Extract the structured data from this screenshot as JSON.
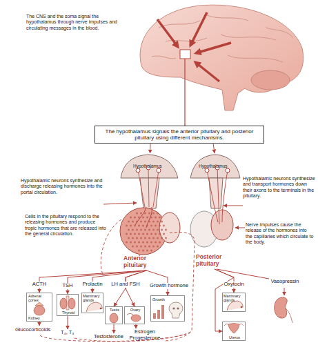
{
  "diagram": {
    "nodes": [
      {
        "text": [
          "The hypothalamus signals the anterior pituitary and posterior pituitary using different mechanisms."
        ]
      },
      {
        "text": [
          "Hypothalamus",
          "Anterior pituitary"
        ]
      },
      {
        "text": [
          "Hypothalamus",
          "Posterior pituitary"
        ]
      },
      {
        "text": [
          "Adrenal cortex",
          "Kidney"
        ]
      },
      {
        "text": [
          "Thyroid"
        ]
      },
      {
        "text": [
          "Mammary glands"
        ]
      },
      {
        "text": [
          "Testis"
        ]
      },
      {
        "text": [
          "Ovary"
        ]
      },
      {
        "text": [
          "Growth"
        ]
      },
      {
        "text": [
          "Mammary glands"
        ]
      },
      {
        "text": [
          "Uterus"
        ]
      }
    ],
    "edges": [
      {
        "from": 0,
        "to": 1,
        "arrow": "to"
      },
      {
        "from": 0,
        "to": 2,
        "arrow": "to"
      },
      {
        "from": 1,
        "to": 3,
        "label": "ACTH",
        "arrow": "to"
      },
      {
        "from": 1,
        "to": 4,
        "label": "TSH",
        "arrow": "to"
      },
      {
        "from": 1,
        "to": 5,
        "label": "Prolactin",
        "arrow": "to"
      },
      {
        "from": 1,
        "to": 6,
        "label": "LH and FSH",
        "arrow": "to"
      },
      {
        "from": 1,
        "to": 7,
        "arrow": "to"
      },
      {
        "from": 1,
        "to": 8,
        "label": "Growth hormone",
        "arrow": "to"
      },
      {
        "from": 2,
        "to": 9,
        "label": "Oxytocin",
        "arrow": "to"
      },
      {
        "from": 2,
        "to": 10,
        "arrow": "to"
      }
    ],
    "labels": [
      "The CNS and the soma signal the hypothalamus through nerve impulses and circulating messages in the blood.",
      "Hypothalamic neurons synthesize and discharge releasing hormones into the portal circulation.",
      "Cells in the pituitary respond to the releasing hormones and produce tropic hormones that are released into the general circulation.",
      "Hypothalamic neurons synthesize and transport hormones down their axons to the terminals in the pituitary.",
      "Nerve impulses cause the release of the hormones into the capillaries which circulate to the body.",
      "Vasopressin",
      "Glucocorticoids",
      "T₄, T₃",
      "Testosterone",
      "Estrogen Progesterone"
    ]
  }
}
